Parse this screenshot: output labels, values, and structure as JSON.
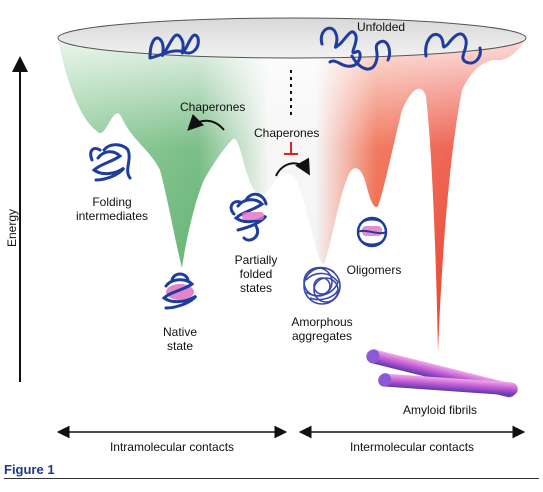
{
  "labels": {
    "unfolded": "Unfolded",
    "chaperones_left": "Chaperones",
    "chaperones_center": "Chaperones",
    "folding_intermediates_1": "Folding",
    "folding_intermediates_2": "intermediates",
    "partially_folded_1": "Partially",
    "partially_folded_2": "folded",
    "partially_folded_3": "states",
    "oligomers": "Oligomers",
    "native_1": "Native",
    "native_2": "state",
    "amorphous_1": "Amorphous",
    "amorphous_2": "aggregates",
    "amyloid": "Amyloid fibrils",
    "energy": "Energy",
    "intramolecular": "Intramolecular contacts",
    "intermolecular": "Intermolecular contacts"
  },
  "figure_caption": "Figure 1",
  "colors": {
    "folding_green": "#5aae6a",
    "aggregation_red": "#e8251f",
    "protein_blue": "#1f3d9e",
    "helix_pink": "#e070c0",
    "inhibit_red": "#d9261c",
    "caption_blue": "#1a3a8a"
  }
}
